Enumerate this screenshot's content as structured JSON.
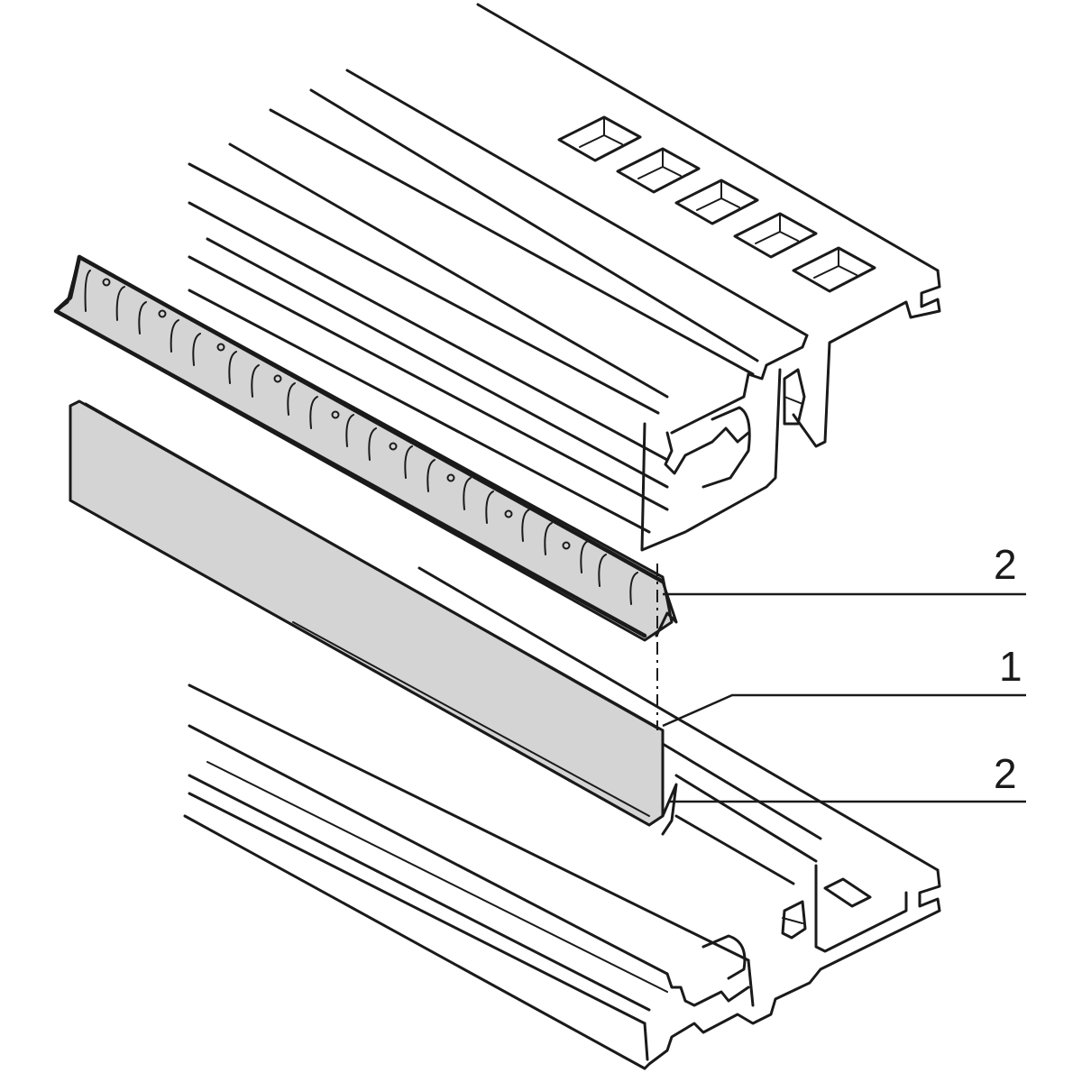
{
  "diagram": {
    "type": "technical exploded isometric line drawing",
    "subject": "rail profiles with clip strip and cover panel",
    "colors": {
      "line": "#1a1a1a",
      "panel_fill": "#d4d4d4",
      "background": "#ffffff"
    },
    "components": {
      "top_rail": {
        "slot_count": 5
      },
      "clip_strip": {
        "tooth_count": 20
      },
      "cover_panel": {},
      "bottom_rail": {}
    },
    "callouts": [
      {
        "label": "2",
        "target": "upper clip strip"
      },
      {
        "label": "1",
        "target": "cover panel"
      },
      {
        "label": "2",
        "target": "lower clip strip"
      }
    ]
  }
}
